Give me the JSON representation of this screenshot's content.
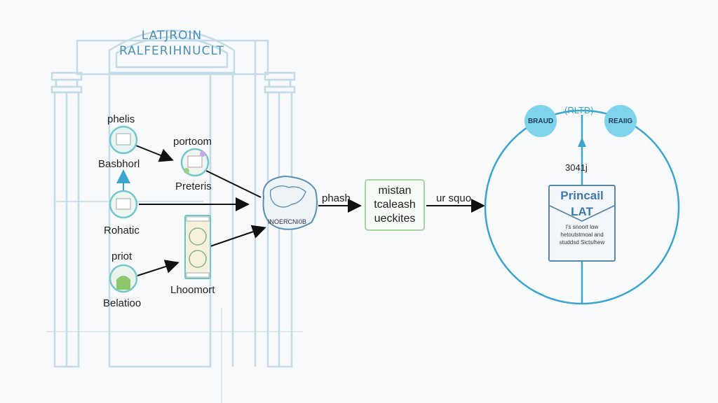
{
  "sign": {
    "line1": "LATJROIN",
    "line2": "RALFERIHNUCLT"
  },
  "nodes": [
    {
      "id": "phels",
      "top_label": "phelis",
      "bottom_label": "Basbhorl",
      "icon": "document-icon"
    },
    {
      "id": "portoom",
      "top_label": "portoom",
      "bottom_label": "Preteris",
      "icon": "colorful-chart-icon"
    },
    {
      "id": "rohatic",
      "top_label": "",
      "bottom_label": "Rohatic",
      "icon": "document-icon"
    },
    {
      "id": "priot",
      "top_label": "priot",
      "bottom_label": "Belatioo",
      "icon": "person-icon"
    },
    {
      "id": "choomort",
      "top_label": "",
      "bottom_label": "Lhoomort",
      "icon": "scroll-icon"
    }
  ],
  "hub": {
    "label": "INOERCNI0B",
    "icon": "globe-icon"
  },
  "edges": {
    "phash": "phash",
    "ursquo": "ur squo"
  },
  "process_box": {
    "lines": [
      "mistan",
      "tcaleash",
      "ueckites"
    ]
  },
  "circle": {
    "top_label": "(RLTD)",
    "left_badge": "BRAUD",
    "right_badge": "REAIIG",
    "arrow_label": "3041j",
    "card": {
      "title_line1": "Princail",
      "title_line2": "LAT",
      "body": [
        "I's snoort low",
        "hetoutstmoal and",
        "studdsd Sicts/hew"
      ]
    }
  },
  "colors": {
    "blueprint": "#bcd8ea",
    "accent": "#3aa6cf",
    "green": "#a9d3a4",
    "badge": "#7fd4ec"
  }
}
